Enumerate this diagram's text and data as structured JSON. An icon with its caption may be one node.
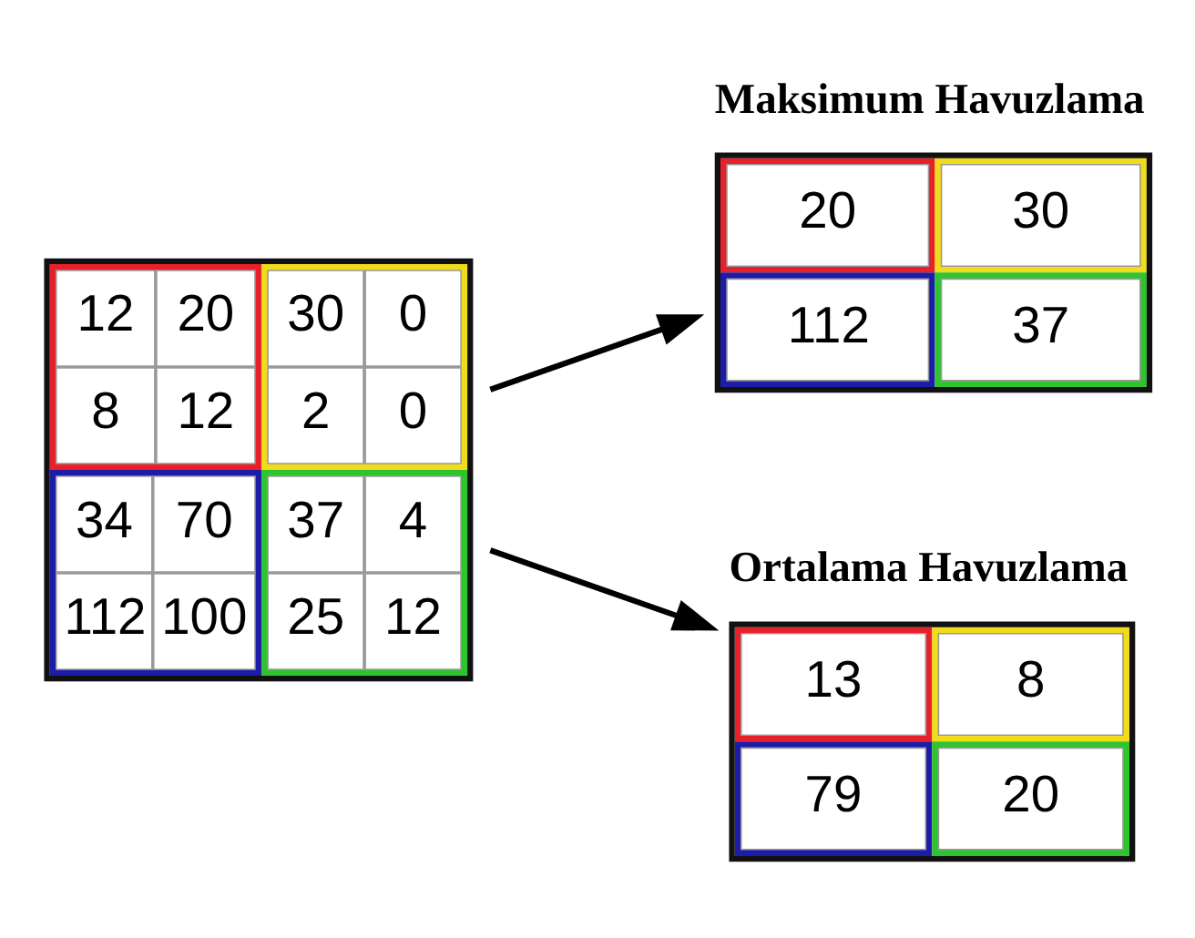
{
  "diagram": {
    "nodes": [
      {
        "text": [
          "12",
          "20",
          "30",
          "0",
          "8",
          "12",
          "2",
          "0",
          "34",
          "70",
          "37",
          "4",
          "112",
          "100",
          "25",
          "12"
        ]
      },
      {
        "text": [
          "20",
          "30",
          "112",
          "37"
        ],
        "beside": [
          "Maksimum Havuzlama"
        ]
      },
      {
        "text": [
          "13",
          "8",
          "79",
          "20"
        ],
        "beside": [
          "Ortalama Havuzlama"
        ]
      }
    ],
    "edges": [
      {
        "from": 0,
        "to": 1,
        "arrow": "to"
      },
      {
        "from": 0,
        "to": 2,
        "arrow": "to"
      }
    ]
  }
}
